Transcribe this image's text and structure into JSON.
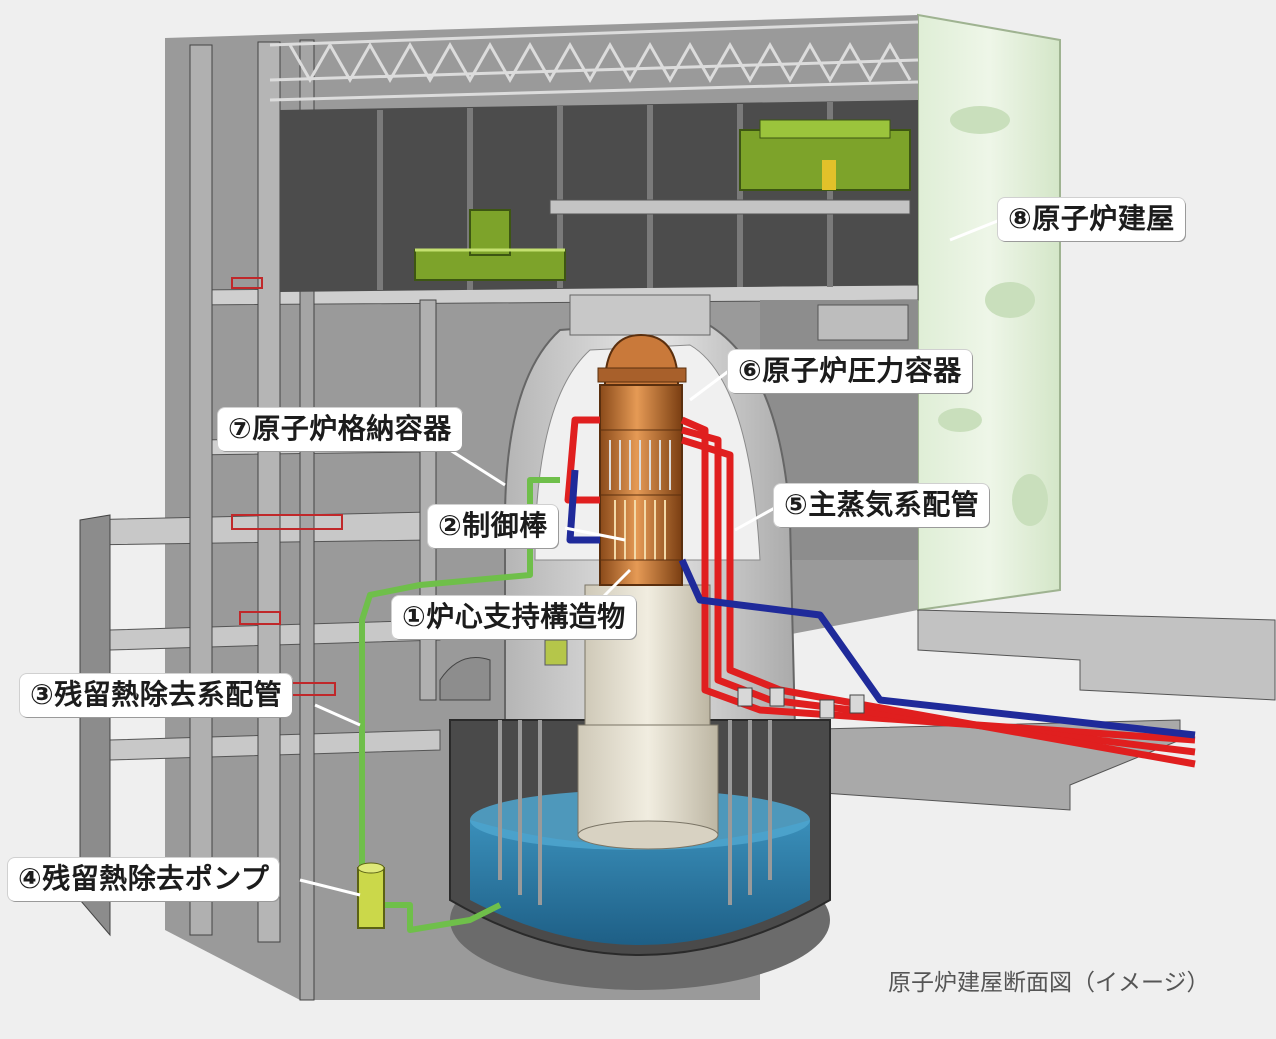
{
  "labels": {
    "core_support": "①炉心支持構造物",
    "control_rod": "②制御棒",
    "rhr_piping": "③残留熱除去系配管",
    "rhr_pump": "④残留熱除去ポンプ",
    "main_steam": "⑤主蒸気系配管",
    "rpv": "⑥原子炉圧力容器",
    "pcv": "⑦原子炉格納容器",
    "reactor_building": "⑧原子炉建屋"
  },
  "caption": "原子炉建屋断面図（イメージ）",
  "colors": {
    "background": "#efefef",
    "concrete": "#bdbdbd",
    "steel_dark": "#4a4a4a",
    "steam_pipe_red": "#e01f1f",
    "feed_pipe_blue": "#1f2a9a",
    "rhr_pipe_green": "#6fbf4a",
    "vessel_copper": "#c9793a",
    "pool_water": "#2f7fa8",
    "crane_green": "#7da32a",
    "building_wall": "#d9ead0"
  }
}
